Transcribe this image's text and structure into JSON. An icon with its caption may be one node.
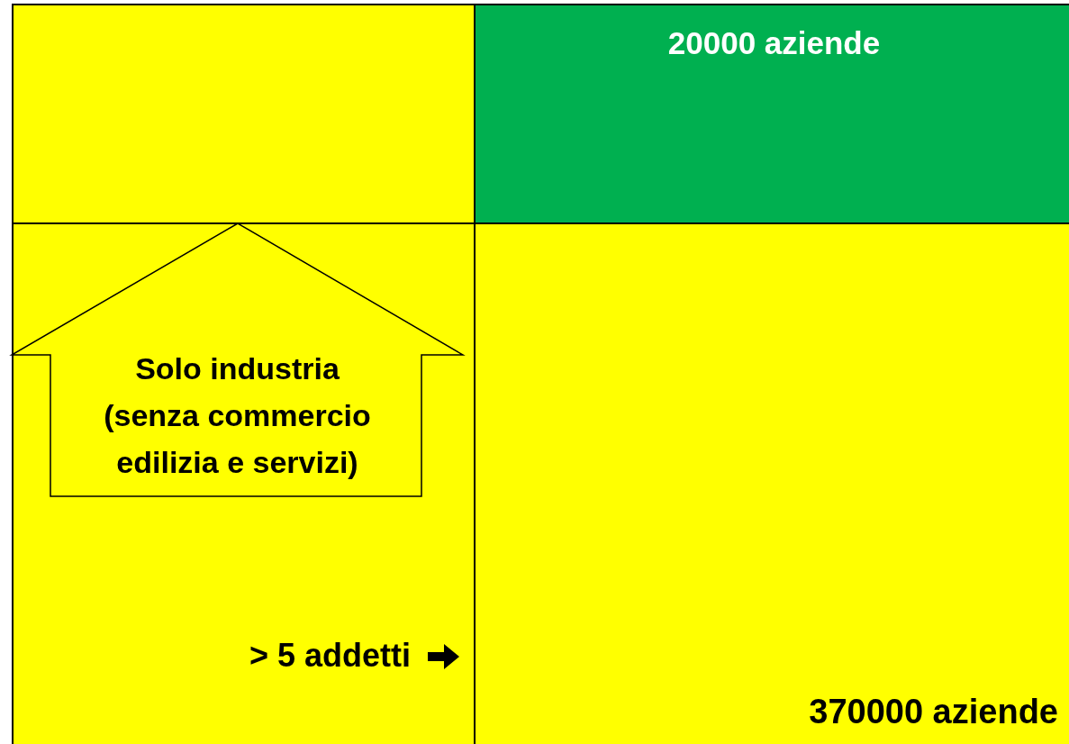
{
  "diagram": {
    "nodes": [
      {
        "text": [],
        "shape": "box"
      },
      {
        "text": [
          "20000 aziende"
        ]
      },
      {
        "text": [
          "> 5 addetti"
        ]
      },
      {
        "text": [
          "Solo industria (senza commercio edilizia e servizi)"
        ],
        "in": 2
      },
      {
        "text": [
          "370000 aziende"
        ]
      }
    ]
  }
}
